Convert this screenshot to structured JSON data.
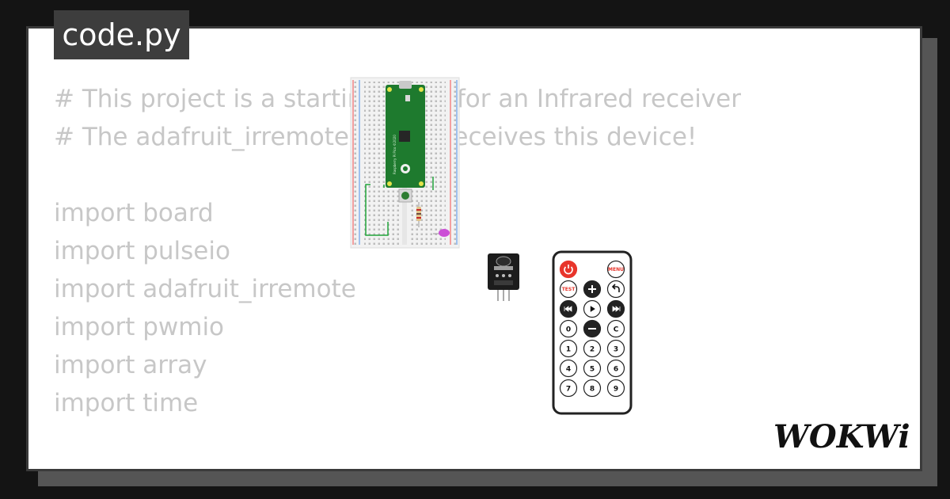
{
  "file_tab": {
    "name": "code.py"
  },
  "code_lines": [
    "# This project is a starting point for an Infrared receiver",
    "# The adafruit_irremote library receives this device!",
    "",
    "import board",
    "import pulseio",
    "import adafruit_irremote",
    "import pwmio",
    "import array",
    "import time"
  ],
  "board_label": "Raspberry Pi Pico ©2020",
  "remote": {
    "buttons": [
      {
        "label": "",
        "icon": "power-icon"
      },
      {
        "label": "MENU"
      },
      {
        "label": "TEST"
      },
      {
        "label": "",
        "icon": "plus-icon"
      },
      {
        "label": "",
        "icon": "back-arrow-icon"
      },
      {
        "label": "",
        "icon": "rewind-icon"
      },
      {
        "label": "",
        "icon": "play-icon"
      },
      {
        "label": "",
        "icon": "fast-forward-icon"
      },
      {
        "label": "0"
      },
      {
        "label": "",
        "icon": "minus-icon"
      },
      {
        "label": "C"
      },
      {
        "label": "1"
      },
      {
        "label": "2"
      },
      {
        "label": "3"
      },
      {
        "label": "4"
      },
      {
        "label": "5"
      },
      {
        "label": "6"
      },
      {
        "label": "7"
      },
      {
        "label": "8"
      },
      {
        "label": "9"
      }
    ]
  },
  "logo": {
    "text": "WOKWi"
  },
  "colors": {
    "background": "#141414",
    "card": "#ffffff",
    "code_text": "#c7c7c7",
    "tab": "#3d3d3d",
    "board": "#1e7a2e",
    "wire": "#21a33a",
    "power_button": "#e8352b"
  }
}
